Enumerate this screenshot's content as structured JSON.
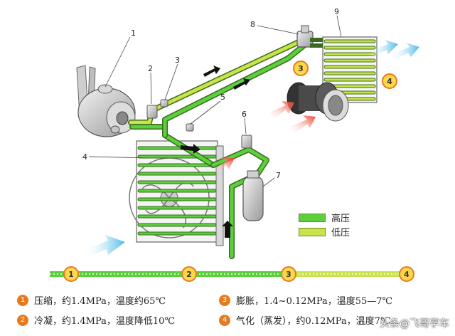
{
  "part_labels": [
    "1",
    "2",
    "3",
    "4",
    "5",
    "6",
    "7",
    "8",
    "9"
  ],
  "stage_markers": [
    "1",
    "2",
    "3",
    "4"
  ],
  "legend": [
    {
      "label": "高压",
      "color": "#5ccf3c"
    },
    {
      "label": "低压",
      "color": "#c8e44a"
    }
  ],
  "stages": [
    {
      "num": "1",
      "text": "压缩，约1.4MPa，温度约65℃"
    },
    {
      "num": "2",
      "text": "冷凝，约1.4MPa，温度降低10℃"
    },
    {
      "num": "3",
      "text": "膨胀，1.4~0.12MPa，温度55—7℃"
    },
    {
      "num": "4",
      "text": "气化（蒸发），约0.12MPa，温度7℃"
    }
  ],
  "watermark": "头条@飞哥学车",
  "colors": {
    "high_pressure": "#5ccf3c",
    "low_pressure": "#c8e44a",
    "marker": "#e87a1e",
    "marker_fill": "#ffd74a",
    "hot_arrow": "#ee3a2a",
    "cool_arrow": "#4ab8e8"
  }
}
